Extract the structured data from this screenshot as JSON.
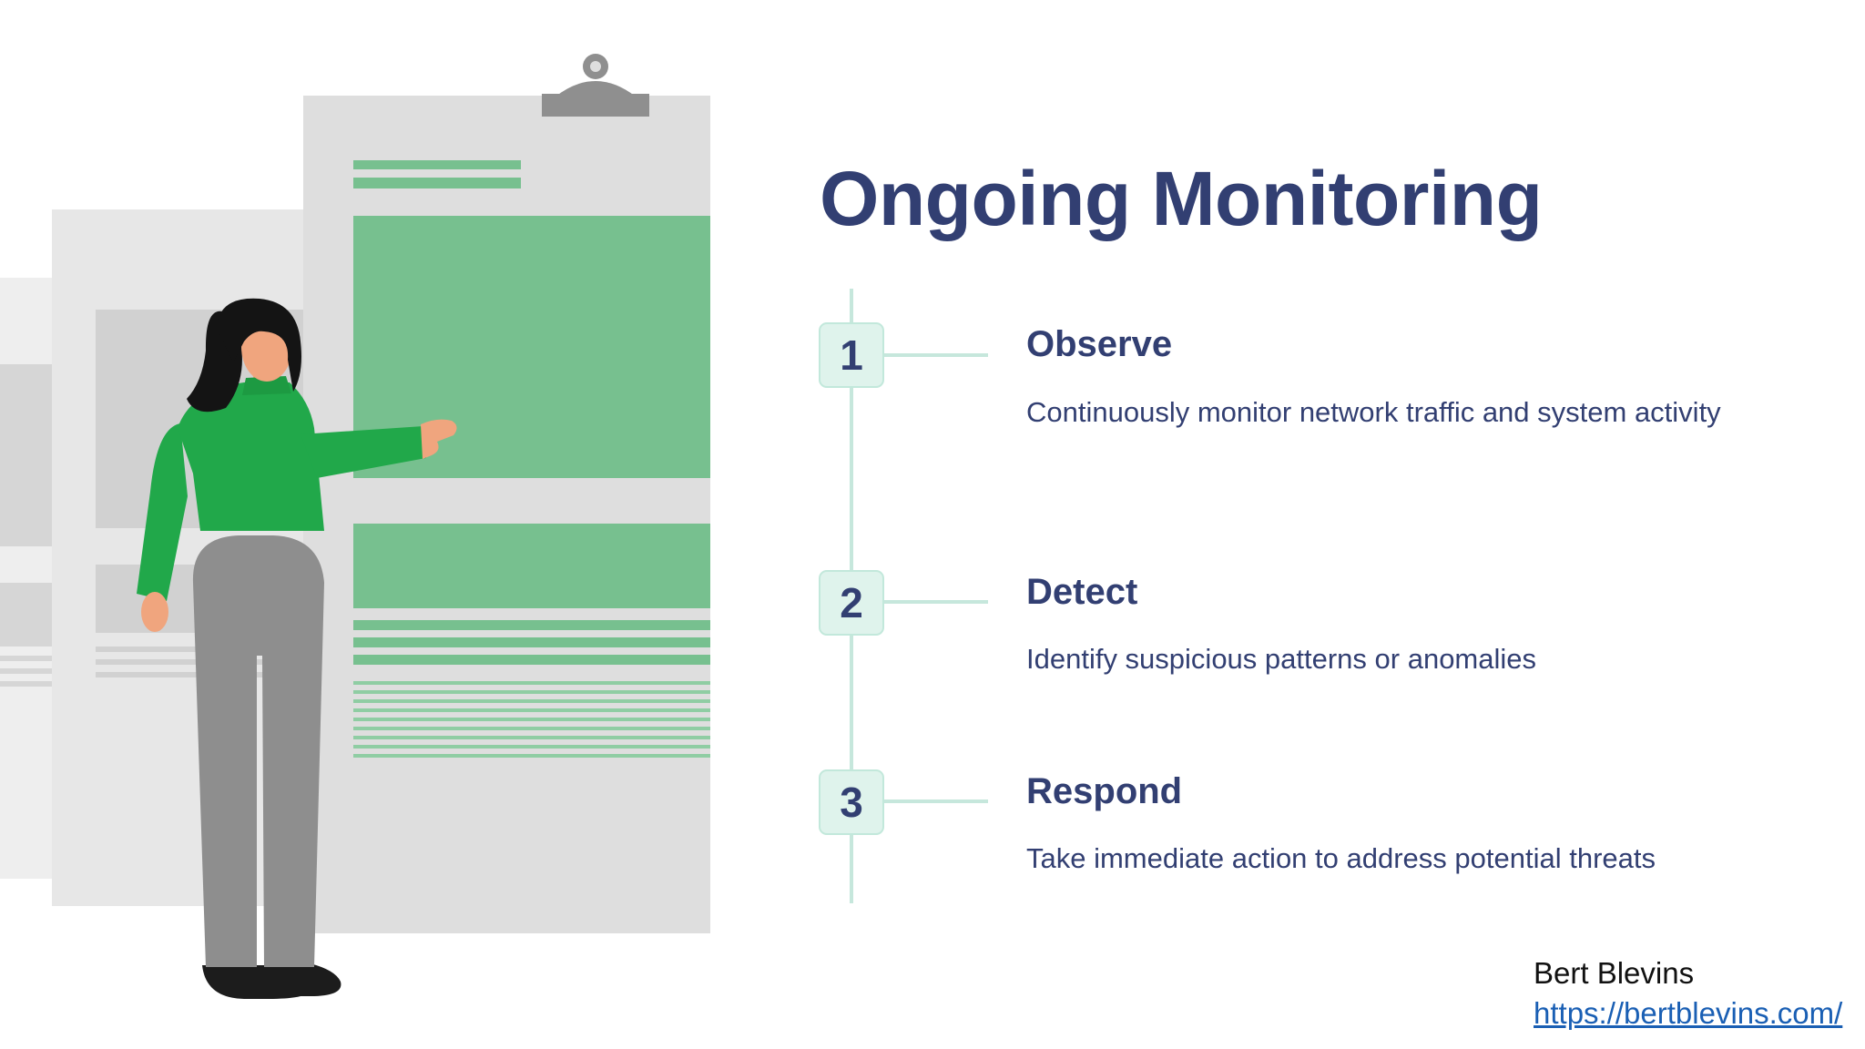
{
  "slide": {
    "title": "Ongoing Monitoring",
    "steps": [
      {
        "number": "1",
        "title": "Observe",
        "description": "Continuously monitor network traffic and system activity"
      },
      {
        "number": "2",
        "title": "Detect",
        "description": "Identify suspicious patterns or anomalies"
      },
      {
        "number": "3",
        "title": "Respond",
        "description": "Take immediate action to address potential threats"
      }
    ]
  },
  "footer": {
    "author": "Bert Blevins",
    "url": "https://bertblevins.com/"
  },
  "colors": {
    "title": "#323f72",
    "accent_green": "#21a84a",
    "panel_green": "#77c08f",
    "badge_bg": "#dff3ec",
    "timeline_line": "#c6e7dc",
    "link": "#1a5fb4"
  },
  "illustration": {
    "name": "woman-presenting-at-clipboard-board"
  }
}
